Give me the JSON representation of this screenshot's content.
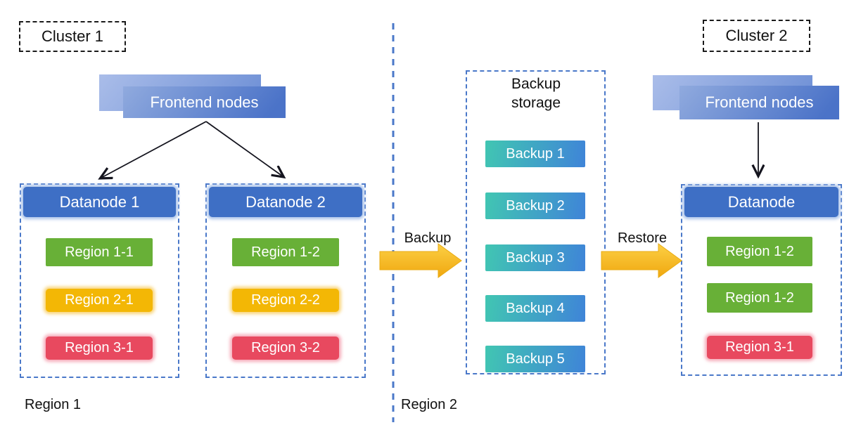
{
  "cluster1": {
    "label": "Cluster 1",
    "frontend": "Frontend nodes",
    "datanode1": {
      "title": "Datanode 1",
      "regions": [
        "Region 1-1",
        "Region 2-1",
        "Region 3-1"
      ]
    },
    "datanode2": {
      "title": "Datanode 2",
      "regions": [
        "Region 1-2",
        "Region 2-2",
        "Region 3-2"
      ]
    }
  },
  "backup_storage": {
    "title": "Backup storage",
    "items": [
      "Backup 1",
      "Backup 2",
      "Backup 3",
      "Backup 4",
      "Backup 5"
    ]
  },
  "cluster2": {
    "label": "Cluster 2",
    "frontend": "Frontend nodes",
    "datanode": {
      "title": "Datanode",
      "regions": [
        "Region 1-2",
        "Region 1-2",
        "Region 3-1"
      ]
    }
  },
  "arrows": {
    "backup_label": "Backup",
    "restore_label": "Restore"
  },
  "region_labels": {
    "region1": "Region 1",
    "region2": "Region 2"
  },
  "colors": {
    "dashed_border_blue": "#4a78c9",
    "datanode_header_blue": "#3e6fc5",
    "region_green": "#68b037",
    "region_yellow": "#f3b705",
    "region_red": "#e8495f",
    "backup_teal": "#41c6b2",
    "backup_blue": "#3f84d8",
    "arrow_yellow_light": "#fcd045",
    "arrow_yellow_dark": "#f0a70f",
    "frontend_blue_light": "#90aade",
    "frontend_blue_dark": "#4b73c8"
  }
}
